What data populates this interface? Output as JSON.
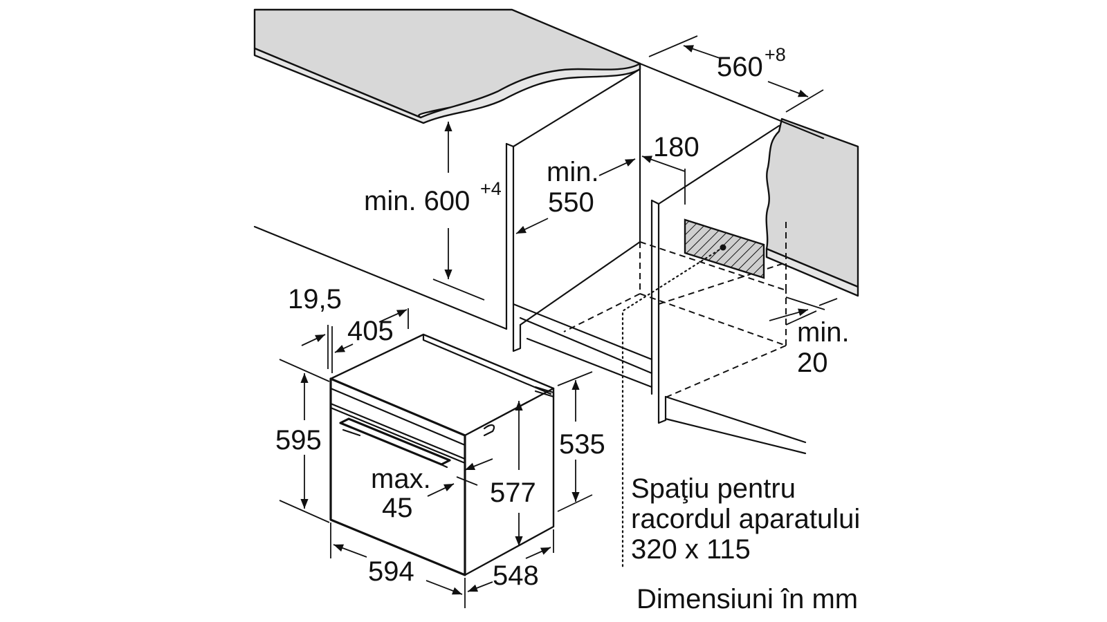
{
  "labels": {
    "d560": "560",
    "d560_sup": "+8",
    "d180": "180",
    "min550_a": "min.",
    "min550_b": "550",
    "min600": "min. 600",
    "min600_sup": "+4",
    "d19_5": "19,5",
    "d405": "405",
    "d595": "595",
    "d535": "535",
    "d577": "577",
    "max45_a": "max.",
    "max45_b": "45",
    "d594": "594",
    "d548": "548",
    "min20_a": "min.",
    "min20_b": "20",
    "note_line1": "Spaţiu pentru",
    "note_line2": "racordul aparatului",
    "note_line3": "320 x 115",
    "units": "Dimensiuni în mm"
  },
  "colors": {
    "line": "#111111",
    "countertop": "#d8d8d8",
    "background": "#ffffff"
  }
}
